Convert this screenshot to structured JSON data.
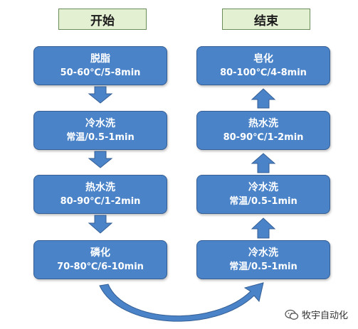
{
  "start_label": "开始",
  "end_label": "结束",
  "left_column": [
    {
      "name": "脱脂",
      "condition": "50-60℃/5-8min"
    },
    {
      "name": "冷水洗",
      "condition": "常温/0.5-1min"
    },
    {
      "name": "热水洗",
      "condition": "80-90℃/1-2min"
    },
    {
      "name": "磷化",
      "condition": "70-80℃/6-10min"
    }
  ],
  "right_column": [
    {
      "name": "皂化",
      "condition": "80-100℃/4-8min"
    },
    {
      "name": "热水洗",
      "condition": "80-90℃/1-2min"
    },
    {
      "name": "冷水洗",
      "condition": "常温/0.5-1min"
    },
    {
      "name": "冷水洗",
      "condition": "常温/0.5-1min"
    }
  ],
  "watermark": "牧宇自动化",
  "colors": {
    "box_fill": "#4a83c8",
    "box_border": "#355f95",
    "label_fill": "#e4f0d2",
    "arrow_fill": "#4a83c8"
  },
  "icons": {
    "watermark": "wechat-icon"
  }
}
